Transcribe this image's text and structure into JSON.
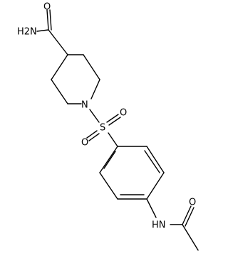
{
  "molecule": {
    "atoms": {
      "amide_nh2": "H2N",
      "amide_o": "O",
      "ring_n": "N",
      "sulfur": "S",
      "sulfonyl_o_right": "O",
      "sulfonyl_o_left": "O",
      "anilide_nh": "HN",
      "acetyl_o": "O"
    }
  }
}
